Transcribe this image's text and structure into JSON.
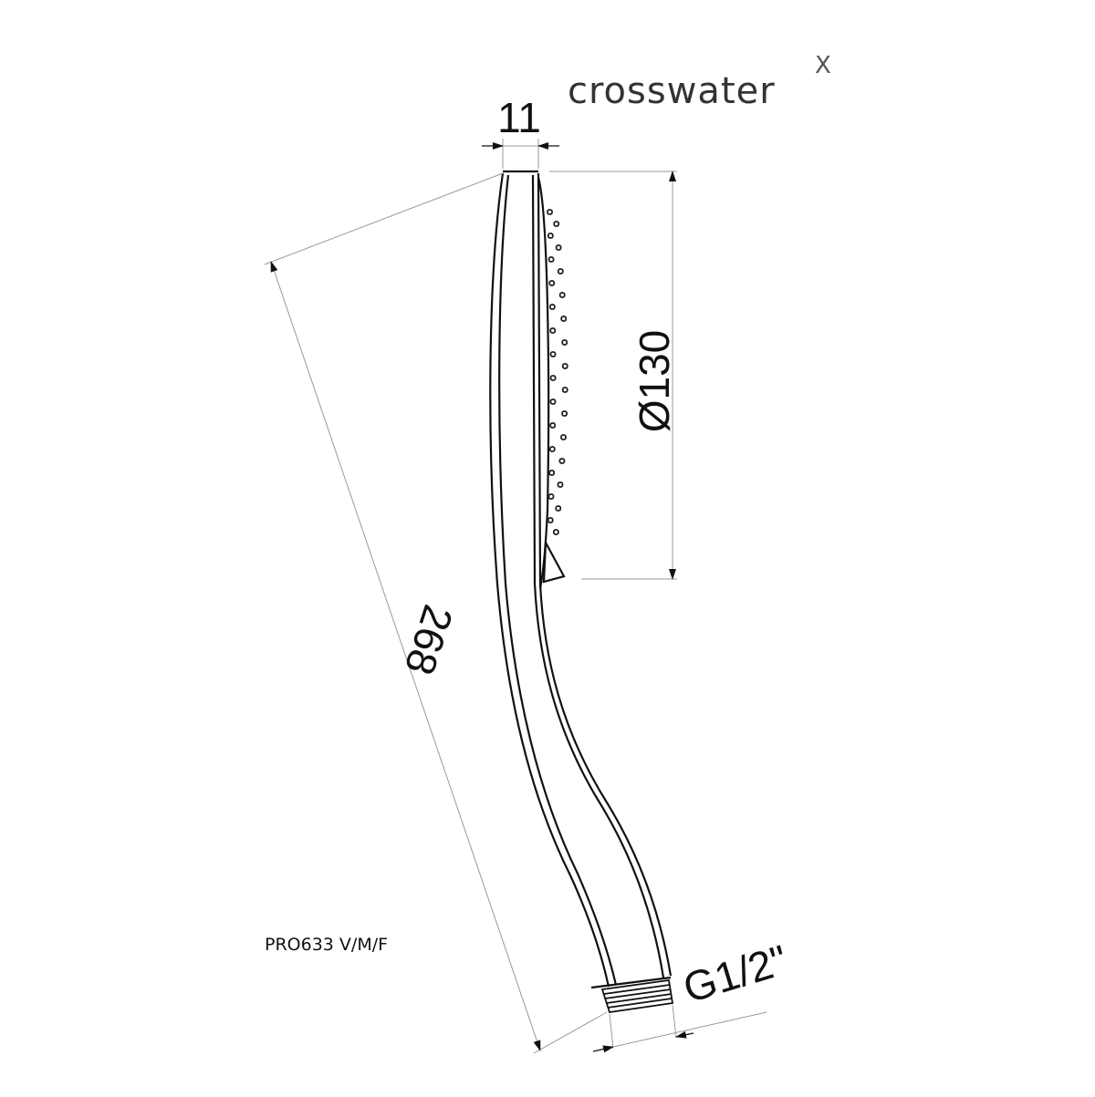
{
  "brand": {
    "logo_text": "crosswater",
    "logo_mark": "X"
  },
  "product_code": "PRO633 V/M/F",
  "dimensions": {
    "head_thickness": "11",
    "head_diameter": "Ø130",
    "overall_length": "268",
    "connection": "G1/2\""
  },
  "colors": {
    "line": "#111111",
    "dim_line": "#888888",
    "logo": "#333333"
  }
}
